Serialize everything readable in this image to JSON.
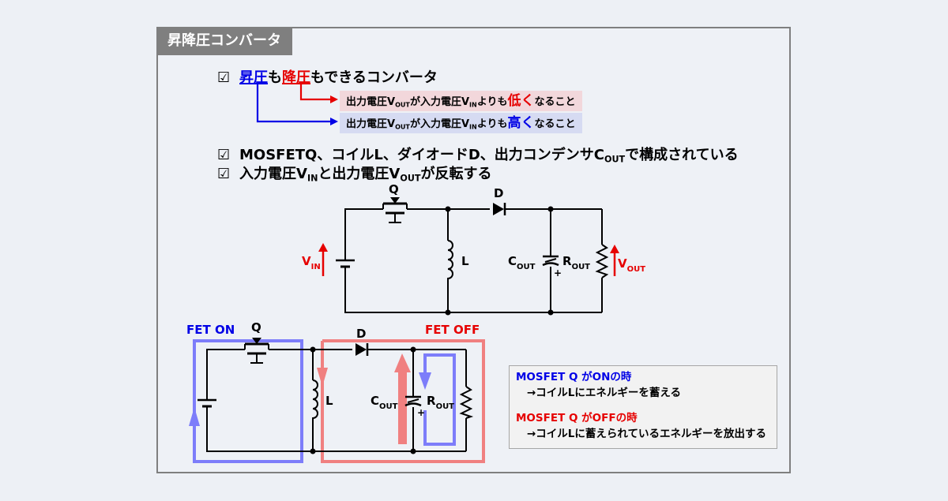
{
  "slide": {
    "title": "昇降圧コンバータ"
  },
  "bullets": {
    "check_mark": "☑",
    "b1": {
      "step_up": "昇圧",
      "mo1": "も",
      "step_down": "降圧",
      "rest": "もできるコンバータ"
    },
    "b2": {
      "pre": "MOSFETQ、コイルL、ダイオードD、出力コンデンサC",
      "sub": "OUT",
      "post": "で構成されている"
    },
    "b3": {
      "p1": "入力電圧V",
      "s1": "IN",
      "p2": "と出力電圧V",
      "s2": "OUT",
      "p3": "が反転する"
    }
  },
  "notes": {
    "low": {
      "p1": "出力電圧V",
      "s1": "OUT",
      "p2": "が入力電圧V",
      "s2": "IN",
      "p3": "よりも",
      "emph": "低く",
      "p4": "なること"
    },
    "high": {
      "p1": "出力電圧V",
      "s1": "OUT",
      "p2": "が入力電圧V",
      "s2": "IN",
      "p3": "よりも",
      "emph": "高く",
      "p4": "なること"
    }
  },
  "circuit": {
    "q": "Q",
    "d": "D",
    "l": "L",
    "vin": "V",
    "vin_sub": "IN",
    "vout": "V",
    "vout_sub": "OUT",
    "cout": "C",
    "cout_sub": "OUT",
    "rout": "R",
    "rout_sub": "OUT",
    "plus": "+"
  },
  "lower_circuit": {
    "fet_on": "FET ON",
    "fet_off": "FET OFF",
    "q": "Q",
    "d": "D",
    "l": "L",
    "cout": "C",
    "cout_sub": "OUT",
    "rout": "R",
    "rout_sub": "OUT",
    "plus": "+"
  },
  "info": {
    "on_title": "MOSFET Q がONの時",
    "on_body": "→コイルLにエネルギーを蓄える",
    "off_title": "MOSFET Q がOFFの時",
    "off_body": "→コイルLに蓄えられているエネルギーを放出する"
  },
  "colors": {
    "blue": "#0000e6",
    "red": "#e60000",
    "loop_blue": "#7d7dfa",
    "loop_red": "#f08080"
  }
}
